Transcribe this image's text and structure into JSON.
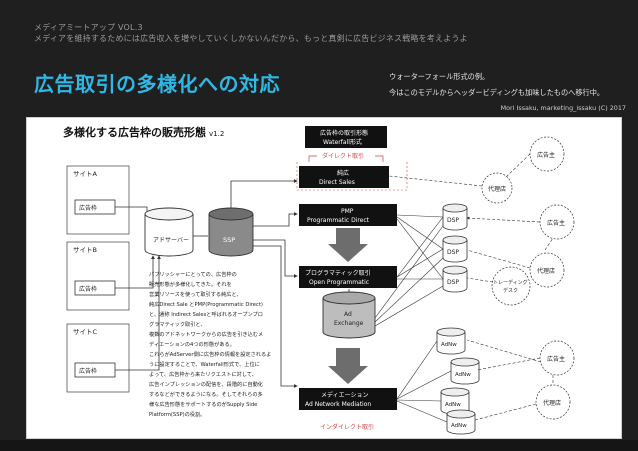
{
  "header": {
    "series": "メディアミートアップ VOL.3",
    "subtitle": "メディアを維持するためには広告収入を増やしていくしかないんだから、もっと真剣に広告ビジネス戦略を考えようよ"
  },
  "slide_title": "広告取引の多様化への対応",
  "notes": [
    "ウォーターフォール形式の例。",
    "今はこのモデルからヘッダービディングも加味したものへ移行中。"
  ],
  "citation": "Mori Issaku, marketing_issaku (C) 2017",
  "diagram": {
    "title": "多様化する広告枠の販売形態",
    "version": "v1.2",
    "sites": [
      {
        "name": "サイトA",
        "slot": "広告枠"
      },
      {
        "name": "サイトB",
        "slot": "広告枠"
      },
      {
        "name": "サイトC",
        "slot": "広告枠"
      }
    ],
    "ad_server": "アドサーバー",
    "ssp": "SSP",
    "waterfall_label_1": "広告枠の取引形態",
    "waterfall_label_2": "Waterfall形式",
    "direct_tag": "ダイレクト取引",
    "indirect_tag": "インダイレクト取引",
    "pure_ad_1": "純広",
    "pure_ad_2": "Direct Sales",
    "pmp_1": "PMP",
    "pmp_2": "Programmatic Direct",
    "open_1": "プログラマティック取引",
    "open_2": "Open Programmatic",
    "exchange_1": "Ad",
    "exchange_2": "Exchange",
    "mediation_1": "メディエーション",
    "mediation_2": "Ad Network Mediation",
    "dsp": "DSP",
    "adnetwork": "AdNw",
    "advertiser": "広告主",
    "agency": "代理店",
    "trading_desk_1": "トレーディング",
    "trading_desk_2": "デスク",
    "description": [
      "パブリッシャーにとっての、広告枠の",
      "販売形態が多様化してきた。それを",
      "営業リソースを使って取引する純広と、",
      "純広Direct Sale とPMP(Programmatic Direct)",
      "と、通称 Indirect Salesと呼ばれるオープンプロ",
      "グラマティック取引と、",
      "複数のアドネットワークからの広告を引き込むメ",
      "ディエーションの4つの形態がある。",
      "これらがAdServer側に広告枠の情報を設定されるよ",
      "うに設定することで、Waterfall形式で、上位に",
      "よって、広告枠から来たリクエストに対して、",
      "広告インプレッションの配信を、段階的に自動化",
      "するなどができるようになる。そしてそれらの多",
      "様な広告形態をサポートするのがSupply Side",
      "Platform(SSP)の役割。"
    ]
  }
}
